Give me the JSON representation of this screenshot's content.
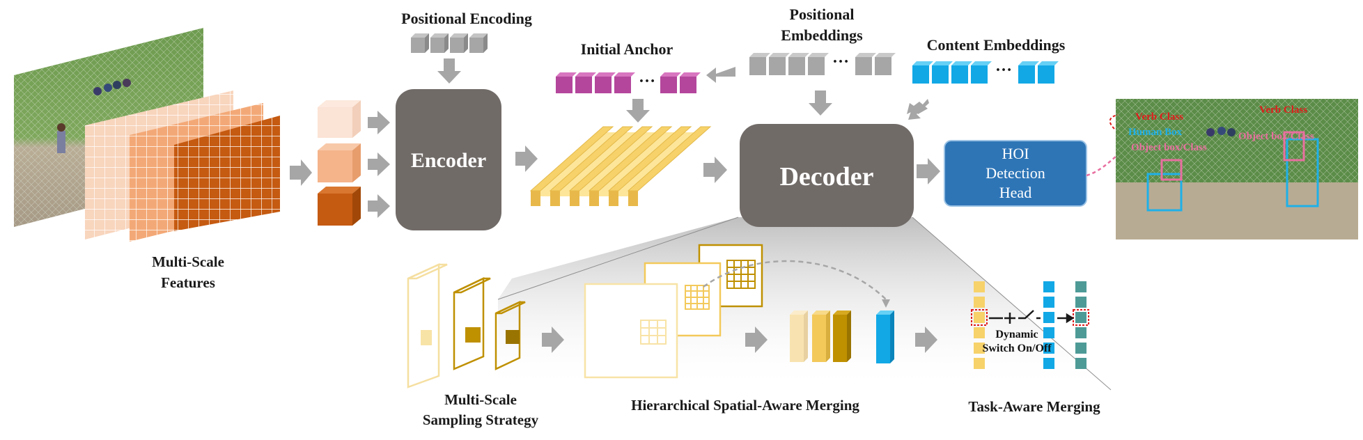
{
  "labels": {
    "positional_encoding": "Positional  Encoding",
    "initial_anchor": "Initial  Anchor",
    "positional_embeddings_l1": "Positional",
    "positional_embeddings_l2": "Embeddings",
    "content_embeddings": "Content  Embeddings",
    "multi_scale_features_l1": "Multi-Scale",
    "multi_scale_features_l2": "Features",
    "multi_scale_sampling_l1": "Multi-Scale",
    "multi_scale_sampling_l2": "Sampling Strategy",
    "hierarchical_merging": "Hierarchical Spatial-Aware Merging",
    "task_aware_merging": "Task-Aware Merging",
    "dynamic_switch_l1": "Dynamic",
    "dynamic_switch_l2": "Switch On/Off",
    "ellipsis": "…"
  },
  "boxes": {
    "encoder": "Encoder",
    "decoder": "Decoder",
    "hoi_head_l1": "HOI",
    "hoi_head_l2": "Detection",
    "hoi_head_l3": "Head"
  },
  "overlay": {
    "verb_class_left": "Verb Class",
    "verb_class_right": "Verb Class",
    "human_box": "Human Box",
    "object_box_left": "Object box/Class",
    "object_box_right": "Object box/Class"
  },
  "colors": {
    "gray_box": "#716b68",
    "hoi_blue": "#2e75b6",
    "token_gray": "#a6a6a6",
    "token_purple": "#b4469c",
    "token_blue": "#12a8e6",
    "anchor_yellow": "#f7d26a",
    "feature_light": "#f8d5bd",
    "feature_mid": "#f3a977",
    "feature_dark": "#c55a11",
    "gold": "#bf9000",
    "arrow_gray": "#a6a6a6",
    "teal": "#4e9a97",
    "red_verb": "#e01b1b",
    "pink_obj": "#e86fa0",
    "cyan_human": "#1fb0e8"
  }
}
